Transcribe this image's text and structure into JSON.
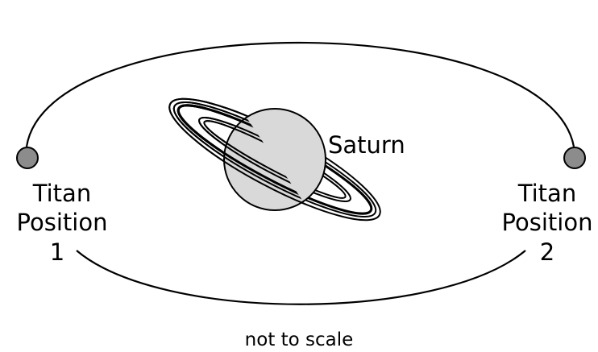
{
  "labels": {
    "saturn": "Saturn",
    "titan_1": [
      "Titan",
      "Position",
      "1"
    ],
    "titan_2": [
      "Titan",
      "Position",
      "2"
    ],
    "caption": "not to scale"
  },
  "colors": {
    "planet_fill": "#d9d9d9",
    "moon_fill": "#8c8c8c",
    "line": "#000000",
    "background": "#ffffff"
  }
}
